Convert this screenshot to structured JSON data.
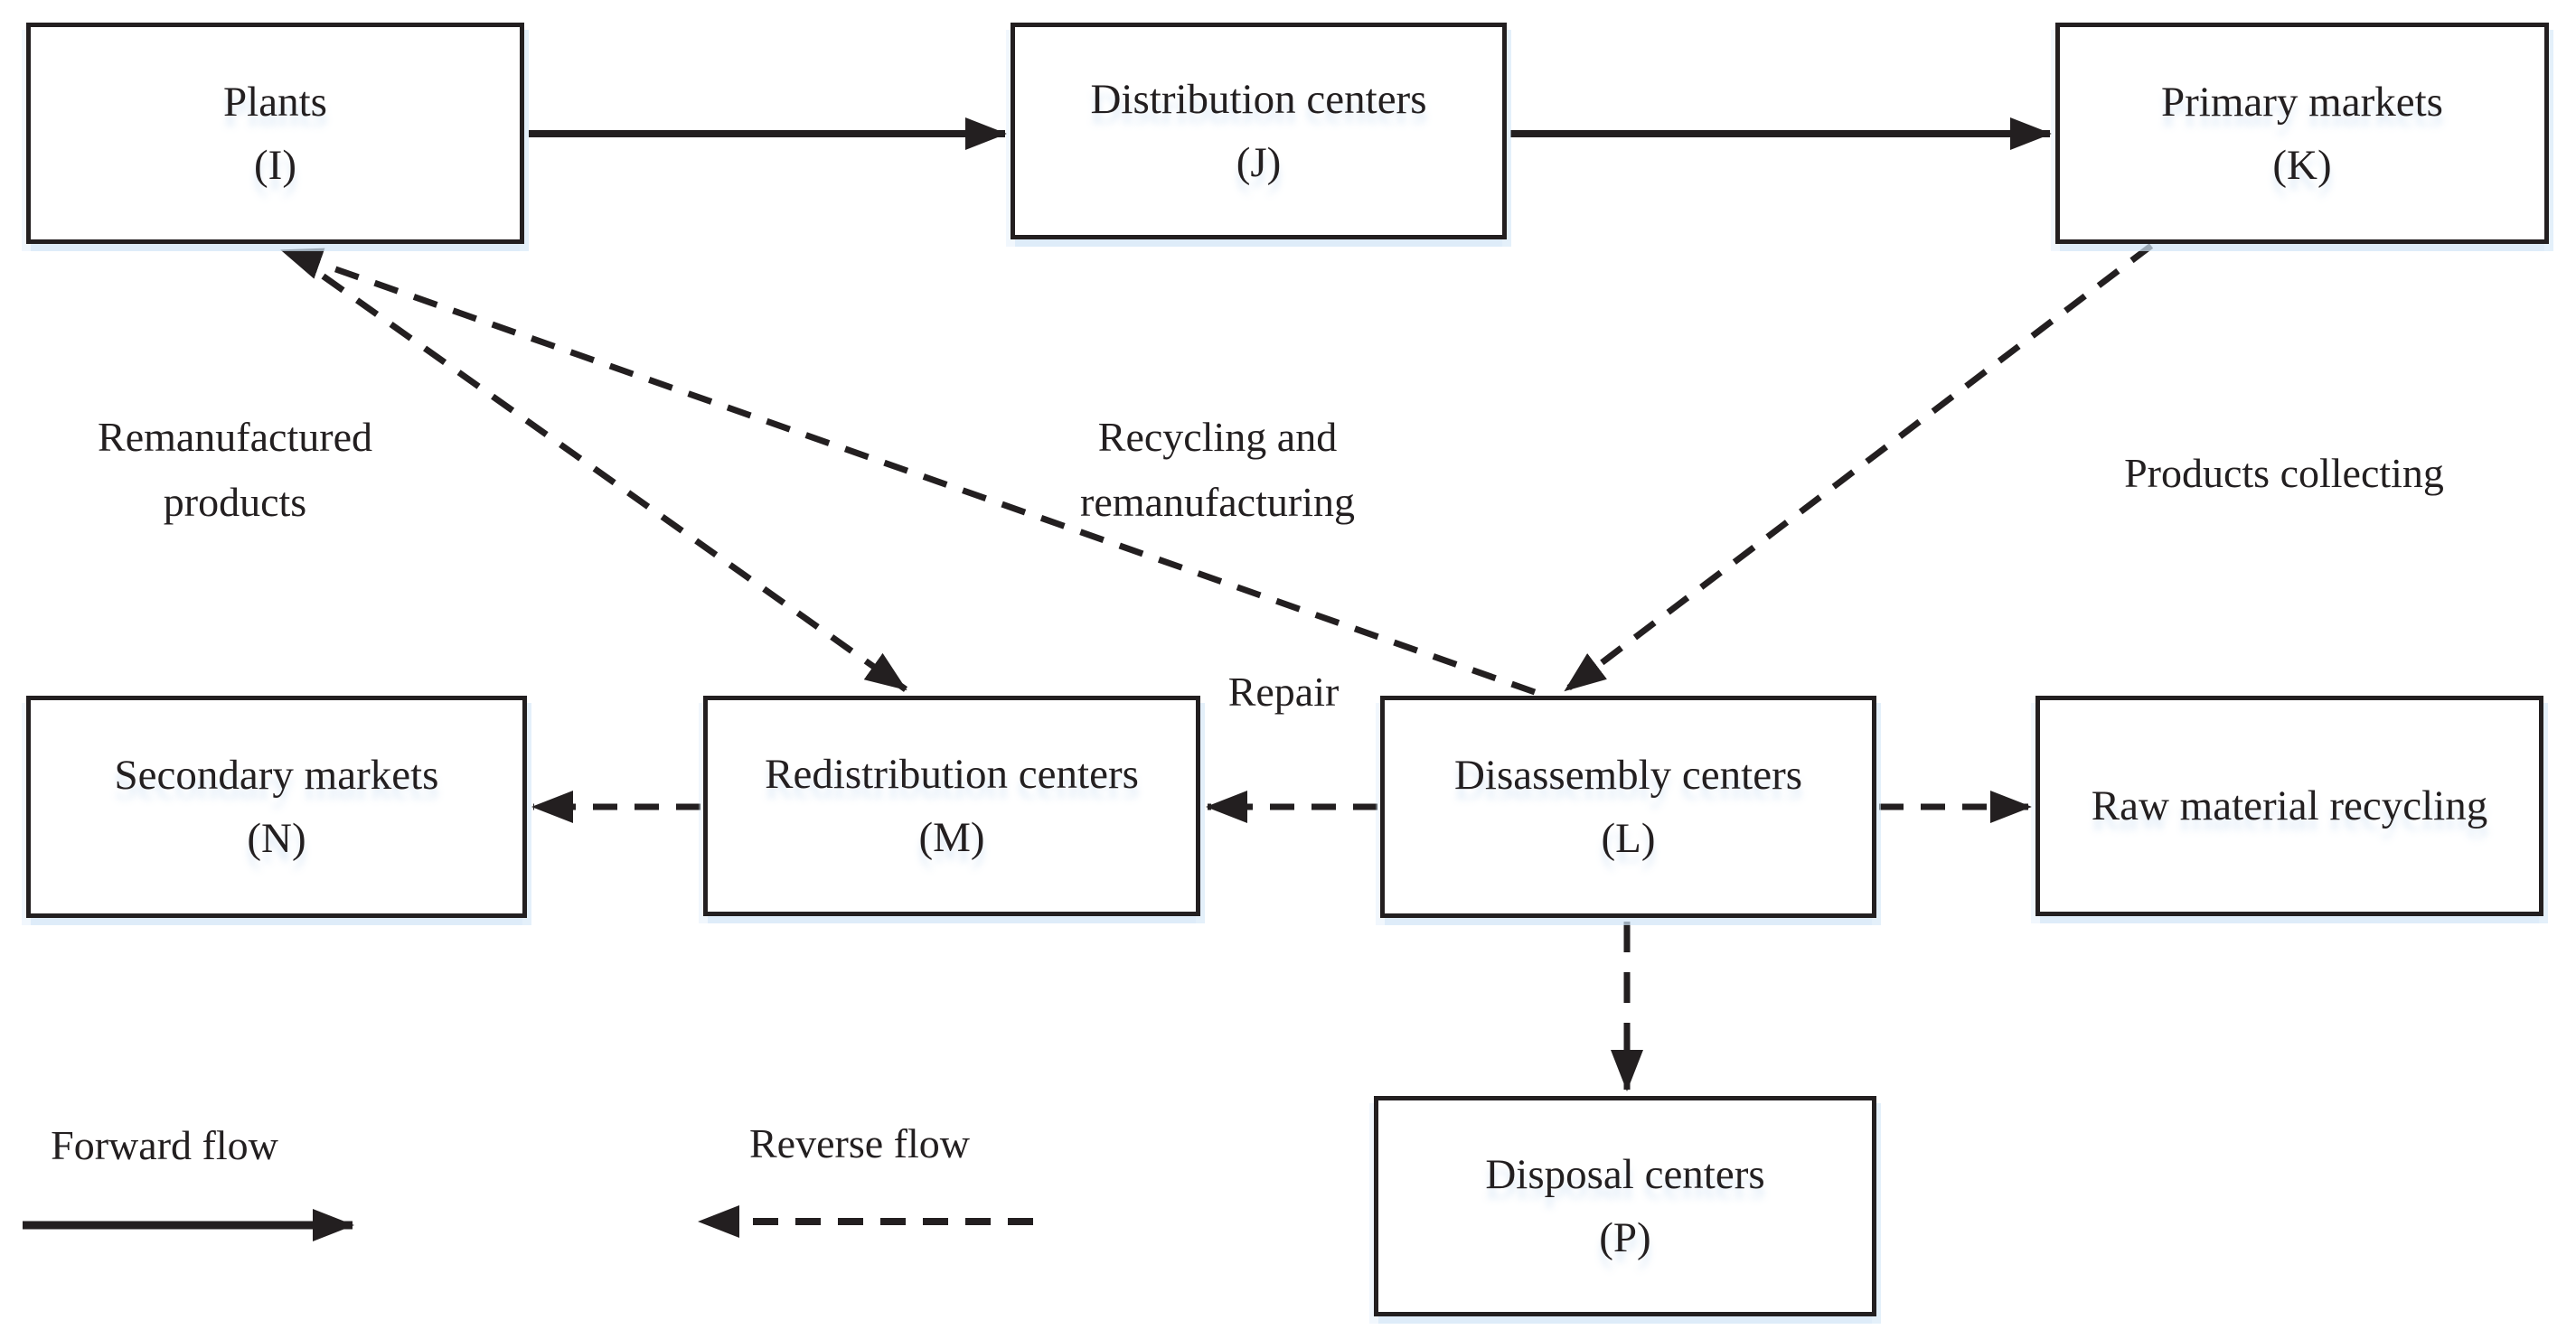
{
  "figure_type": "closed-loop supply chain network diagram",
  "nodes": {
    "plants": {
      "name": "Plants",
      "code": "(I)"
    },
    "distribution_centers": {
      "name": "Distribution centers",
      "code": "(J)"
    },
    "primary_markets": {
      "name": "Primary markets",
      "code": "(K)"
    },
    "secondary_markets": {
      "name": "Secondary markets",
      "code": "(N)"
    },
    "redistribution_centers": {
      "name": "Redistribution centers",
      "code": "(M)"
    },
    "disassembly_centers": {
      "name": "Disassembly centers",
      "code": "(L)"
    },
    "raw_material_recycling": {
      "name": "Raw material recycling"
    },
    "disposal_centers": {
      "name": "Disposal centers",
      "code": "(P)"
    }
  },
  "edge_labels": {
    "remanufactured_products": {
      "line1": "Remanufactured",
      "line2": "products"
    },
    "recycling_and_remanufacturing": {
      "line1": "Recycling and",
      "line2": "remanufacturing"
    },
    "products_collecting": "Products collecting",
    "repair": "Repair"
  },
  "edges": [
    {
      "from": "plants",
      "to": "distribution_centers",
      "type": "forward"
    },
    {
      "from": "distribution_centers",
      "to": "primary_markets",
      "type": "forward"
    },
    {
      "from": "primary_markets",
      "to": "disassembly_centers",
      "type": "reverse",
      "label": "Products collecting"
    },
    {
      "from": "disassembly_centers",
      "to": "plants",
      "type": "reverse",
      "label": "Recycling and remanufacturing"
    },
    {
      "from": "plants",
      "to": "redistribution_centers",
      "type": "reverse",
      "label": "Remanufactured products"
    },
    {
      "from": "disassembly_centers",
      "to": "redistribution_centers",
      "type": "reverse",
      "label": "Repair"
    },
    {
      "from": "redistribution_centers",
      "to": "secondary_markets",
      "type": "reverse"
    },
    {
      "from": "disassembly_centers",
      "to": "raw_material_recycling",
      "type": "reverse"
    },
    {
      "from": "disassembly_centers",
      "to": "disposal_centers",
      "type": "reverse"
    }
  ],
  "legend": {
    "forward_label": "Forward flow",
    "reverse_label": "Reverse flow"
  },
  "colors": {
    "line": "#231f20",
    "box_fill": "#ffffff",
    "box_shadow": "#d4e6f7",
    "text": "#231f20"
  }
}
